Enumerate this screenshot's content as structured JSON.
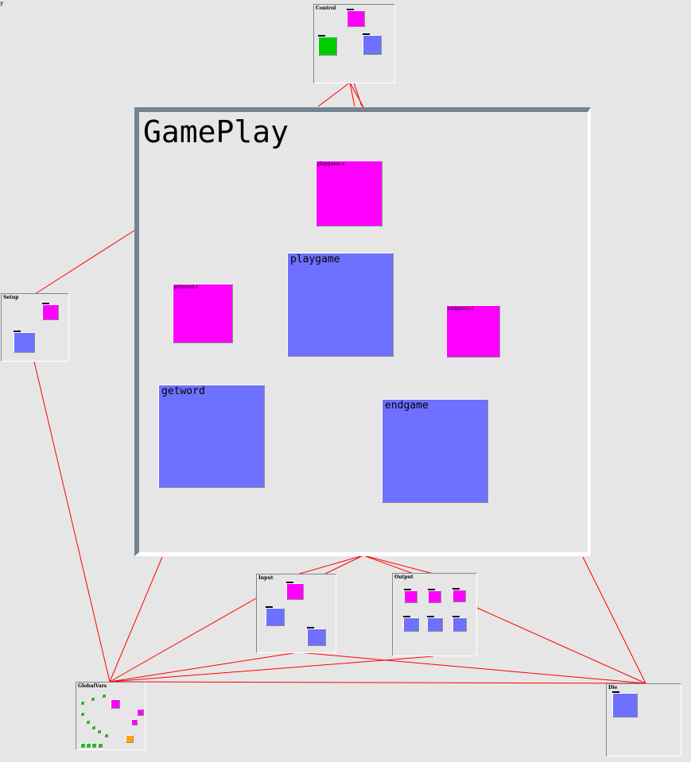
{
  "corner_text": "y",
  "big_package": {
    "title": "GamePlay"
  },
  "nodes": {
    "playgame_c": "playgame.c",
    "playgame": "playgame",
    "getword_c": "getword.c",
    "getword": "getword",
    "endgame_c": "endgame.c",
    "endgame": "endgame"
  },
  "packages": {
    "control": "Control",
    "setup": "Setup",
    "input": "Input",
    "output": "Output",
    "globalvars": "GlobalVars",
    "die": "Die"
  },
  "colors": {
    "source_file": "#ff00ff",
    "module": "#6e70ff",
    "variable": "#00cc00",
    "constant": "#ffa500",
    "package_edge": "#ff0000",
    "call_edge": "#0000ff",
    "file_edge": "#cc00cc",
    "frame": "#75838f"
  }
}
